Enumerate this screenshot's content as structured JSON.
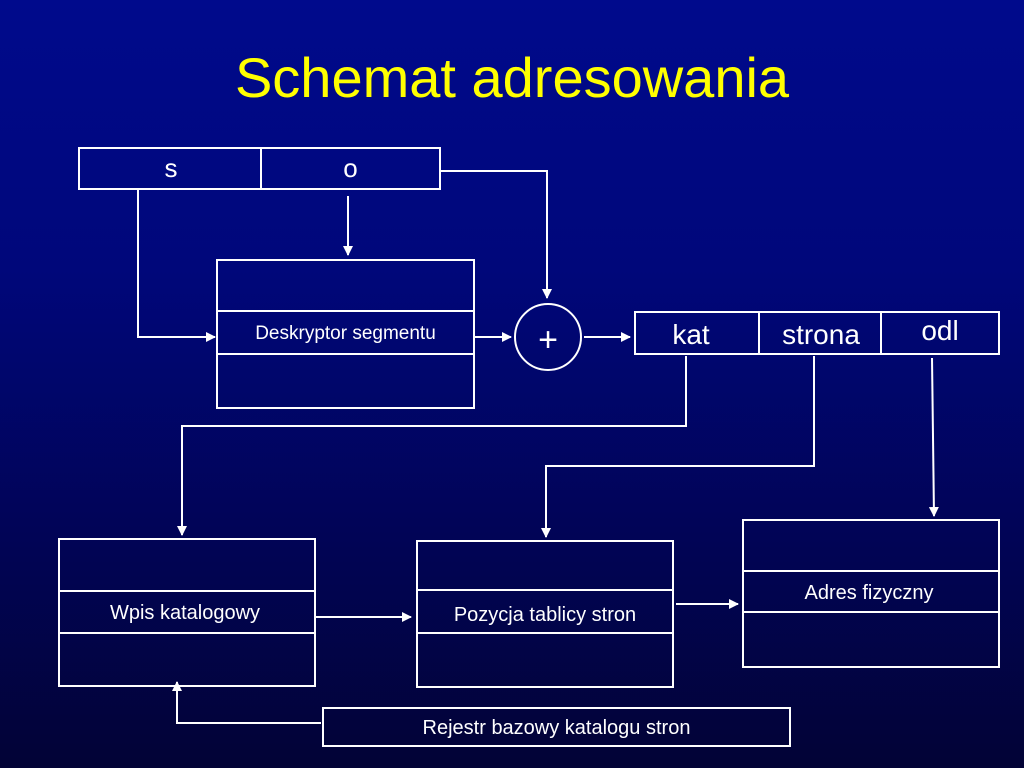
{
  "title": "Schemat adresowania",
  "logical_address": {
    "segment": "s",
    "offset": "o"
  },
  "segment_descriptor": {
    "label": "Deskryptor segmentu"
  },
  "adder": {
    "symbol": "+"
  },
  "linear_address": {
    "directory": "kat",
    "page": "strona",
    "offset": "odl"
  },
  "directory_entry": {
    "label": "Wpis katalogowy"
  },
  "page_table_entry": {
    "label": "Pozycja tablicy stron"
  },
  "physical_address": {
    "label": "Adres fizyczny"
  },
  "base_register": {
    "label": "Rejestr bazowy katalogu stron"
  },
  "colors": {
    "background_top": "#000a8c",
    "background_bottom": "#020336",
    "title": "#ffff00",
    "lines": "#ffffff",
    "text": "#ffffff"
  }
}
